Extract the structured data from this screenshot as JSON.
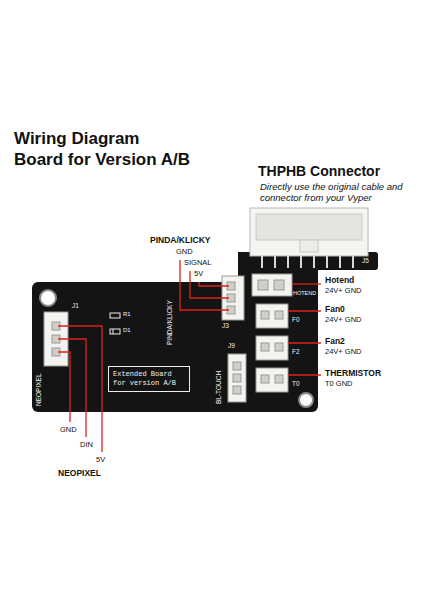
{
  "diagram": {
    "title": "Wiring Diagram Board for Version A/B",
    "nodes": [
      {
        "text": [
          "Extended Board for version A/B"
        ]
      }
    ],
    "labels": [
      "THPHB Connector",
      "Directly use the original cable and connector from your Vyper",
      "PINDA/KLICKY",
      "GND",
      "SIGNAL",
      "5V",
      "Hotend",
      "24V+ GND",
      "Fan0",
      "24V+ GND",
      "Fan2",
      "24V+ GND",
      "THERMISTOR",
      "T0 GND",
      "GND",
      "DIN",
      "5V",
      "NEOPIXEL",
      "J1",
      "R1",
      "D1",
      "NEOPIXEL",
      "PINDA/KLICKY",
      "J3",
      "HOTEND",
      "J5",
      "F0",
      "F2",
      "T0",
      "J9",
      "BL-TOUCH"
    ]
  }
}
